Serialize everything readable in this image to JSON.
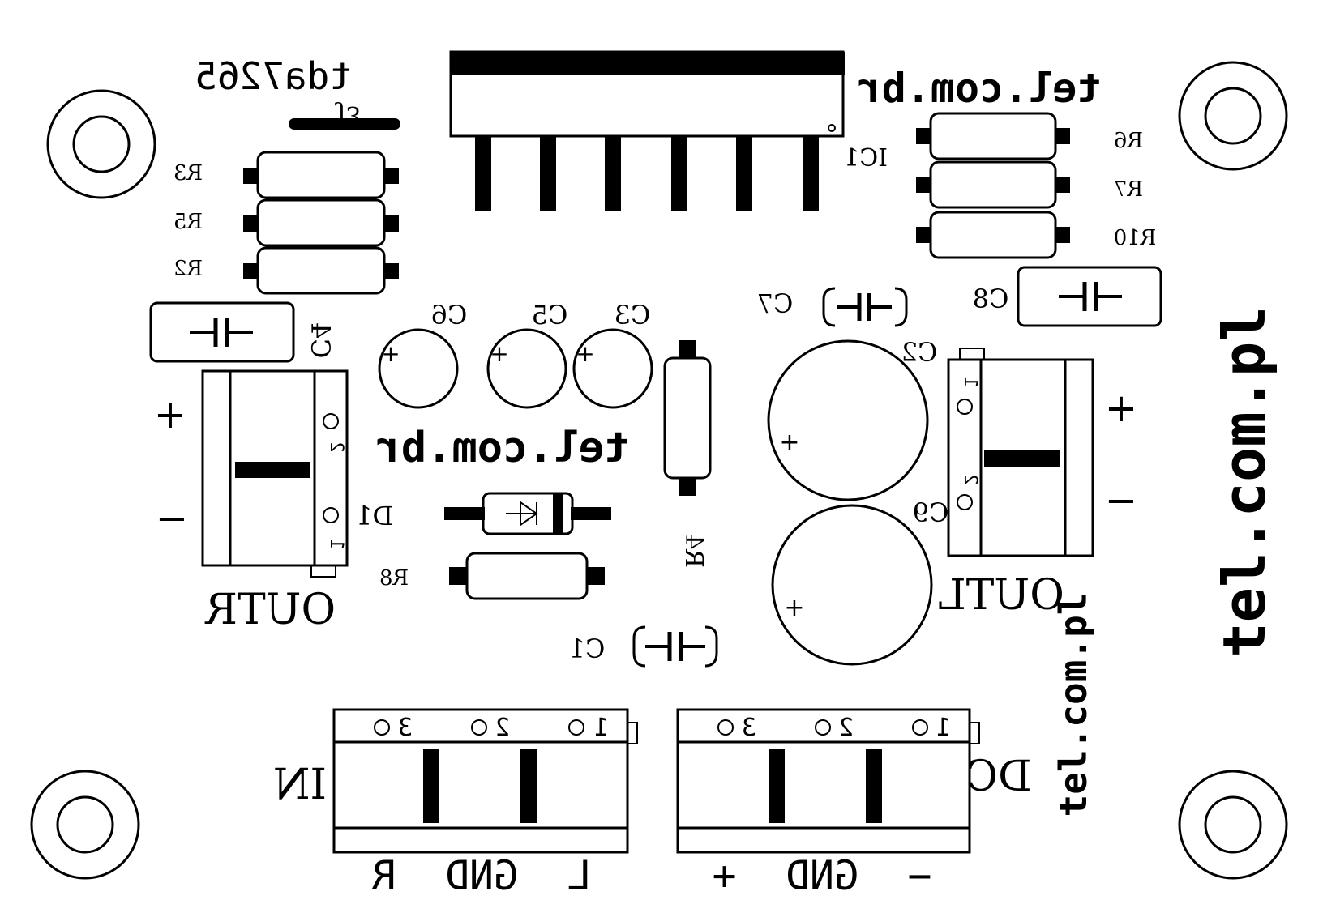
{
  "board": {
    "chip_name": "tda7265",
    "site_top": "tel.com.br",
    "site_center": "tel.com.br",
    "site_vertical_big": "tel.com.pl",
    "site_vertical_small": "tel.com.pl"
  },
  "labels": {
    "ic1": "IC1",
    "j3": "J3",
    "r3": "R3",
    "r5": "R5",
    "r2": "R2",
    "r6": "R6",
    "r7": "R7",
    "r10": "R10",
    "r8": "R8",
    "r4": "R4",
    "c1": "C1",
    "c2": "C2",
    "c3": "C3",
    "c4": "C4",
    "c5": "C5",
    "c6": "C6",
    "c7": "C7",
    "c8": "C8",
    "c9": "C9",
    "d1": "D1",
    "outr": "OUTR",
    "outl": "OUTL",
    "in": "IN",
    "dc": "DC"
  },
  "terminals": {
    "outr": {
      "plus": "+",
      "minus": "−",
      "pin1": "1",
      "pin2": "2"
    },
    "outl": {
      "plus": "+",
      "minus": "−",
      "pin1": "1",
      "pin2": "2"
    },
    "in": {
      "pins": [
        "1",
        "2",
        "3"
      ],
      "signals": "L  GND  R"
    },
    "dc": {
      "pins": [
        "1",
        "2",
        "3"
      ],
      "signals": "−  GND  +"
    }
  },
  "cap_polarity": "+"
}
